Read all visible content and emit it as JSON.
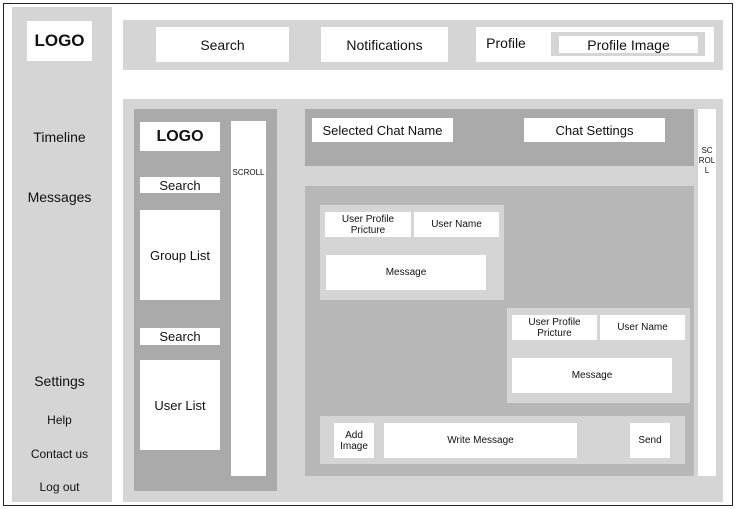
{
  "sidebar": {
    "logo": "LOGO",
    "nav": {
      "timeline": "Timeline",
      "messages": "Messages"
    },
    "bottom": {
      "settings": "Settings",
      "help": "Help",
      "contact": "Contact us",
      "logout": "Log out"
    }
  },
  "topbar": {
    "search": "Search",
    "notifications": "Notifications",
    "profile_label": "Profile",
    "profile_image": "Profile Image"
  },
  "left_panel": {
    "logo": "LOGO",
    "search1": "Search",
    "group_list": "Group List",
    "search2": "Search",
    "user_list": "User List",
    "scroll": "SCROLL"
  },
  "chat": {
    "header": {
      "selected_chat_name": "Selected Chat Name",
      "chat_settings": "Chat Settings"
    },
    "scroll": "SC\nROL\nL",
    "messages": [
      {
        "avatar": "User Profile\nPricture",
        "username": "User Name",
        "message": "Message"
      },
      {
        "avatar": "User Profile\nPricture",
        "username": "User Name",
        "message": "Message"
      }
    ],
    "composer": {
      "add_image": "Add\nImage",
      "write_message": "Write Message",
      "send": "Send"
    }
  }
}
